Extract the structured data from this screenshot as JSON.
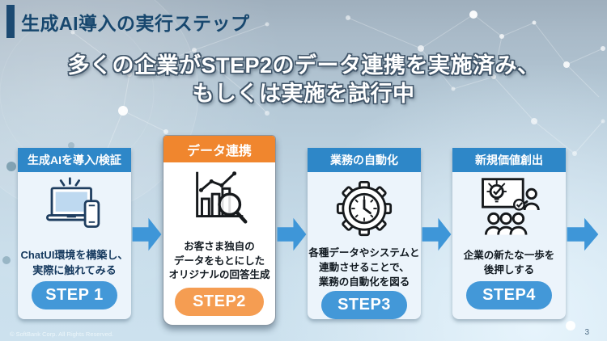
{
  "slide": {
    "title": "生成AI導入の実行ステップ",
    "heading": {
      "line1": "多くの企業がSTEP2のデータ連携を実施済み、",
      "line2": "もしくは実施を試行中"
    },
    "footer_copyright": "© SoftBank Corp. All Rights Reserved.",
    "page_number": "3"
  },
  "steps": [
    {
      "header": "生成AIを導入/検証",
      "icon": "laptop-smartphone-icon",
      "lines": [
        "ChatUI環境を構築し、",
        "実際に触れてみる"
      ],
      "step_label": "STEP 1",
      "highlighted": false
    },
    {
      "header": "データ連携",
      "icon": "bar-chart-magnifier-icon",
      "lines": [
        "お客さま独自の",
        "データをもとにした",
        "オリジナルの回答生成"
      ],
      "step_label": "STEP2",
      "highlighted": true
    },
    {
      "header": "業務の自動化",
      "icon": "gear-clock-icon",
      "lines": [
        "各種データやシステムと",
        "連動させることで、",
        "業務の自動化を図る"
      ],
      "step_label": "STEP3",
      "highlighted": false
    },
    {
      "header": "新規価値創出",
      "icon": "presentation-idea-people-icon",
      "lines": [
        "企業の新たな一歩を",
        "後押しする"
      ],
      "step_label": "STEP4",
      "highlighted": false
    }
  ],
  "colors": {
    "accent_blue": "#2E87C8",
    "pill_blue": "#4398D8",
    "accent_orange": "#F0862E",
    "pill_orange": "#F59D52",
    "arrow_blue": "#3E96D8",
    "title_navy": "#17476E"
  }
}
